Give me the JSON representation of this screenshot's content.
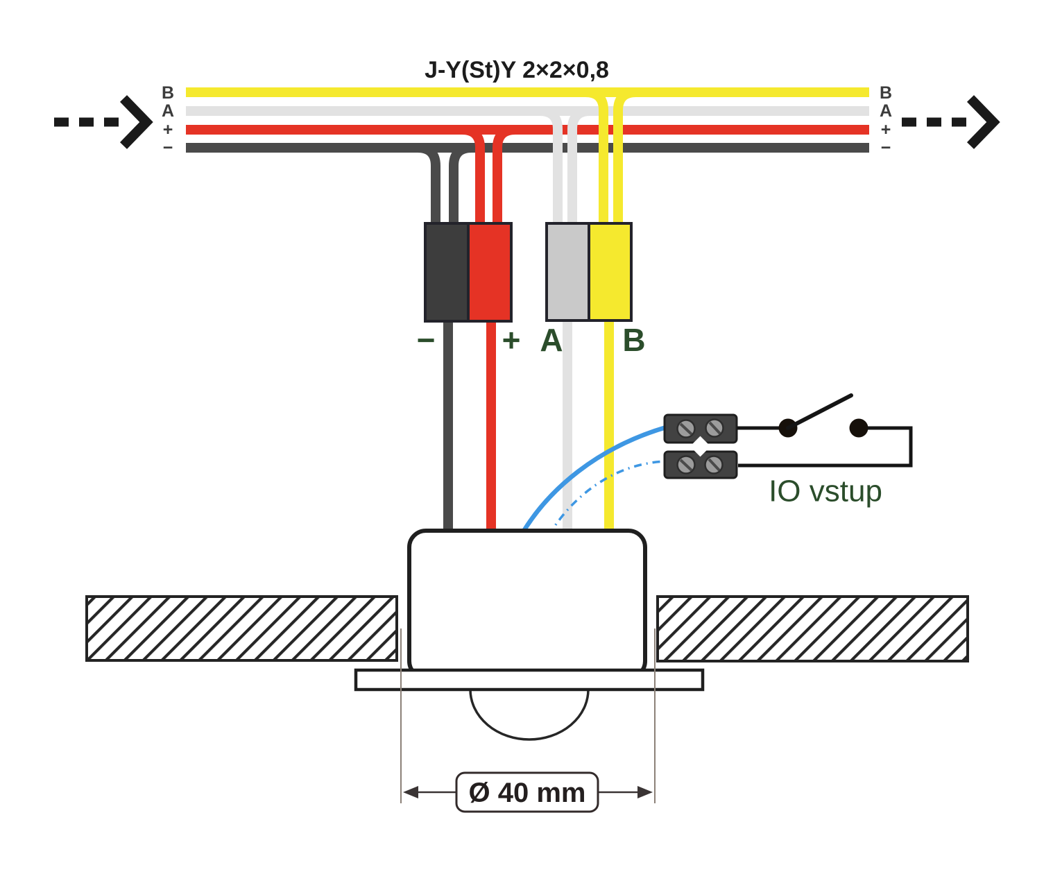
{
  "diagram": {
    "title": "J-Y(St)Y 2×2×0,8",
    "wire_labels": [
      "B",
      "A",
      "+",
      "−"
    ],
    "terminal_labels": {
      "minus": "−",
      "plus": "+",
      "a": "A",
      "b": "B"
    },
    "io_input": {
      "label": "IO vstup"
    },
    "dimension": {
      "label": "Ø 40 mm"
    },
    "colors": {
      "wire_b_yellow": "#f5e92e",
      "wire_a_white": "#e2e2e2",
      "wire_plus_red": "#e53325",
      "wire_minus_dark": "#4a4a4a",
      "io_wire_blue": "#3e97e3",
      "label_green": "#2b4d2b",
      "terminal_dark": "#3d3d3d",
      "terminal_gray": "#c9c9c9",
      "arrow_black": "#1a1a1a"
    }
  }
}
